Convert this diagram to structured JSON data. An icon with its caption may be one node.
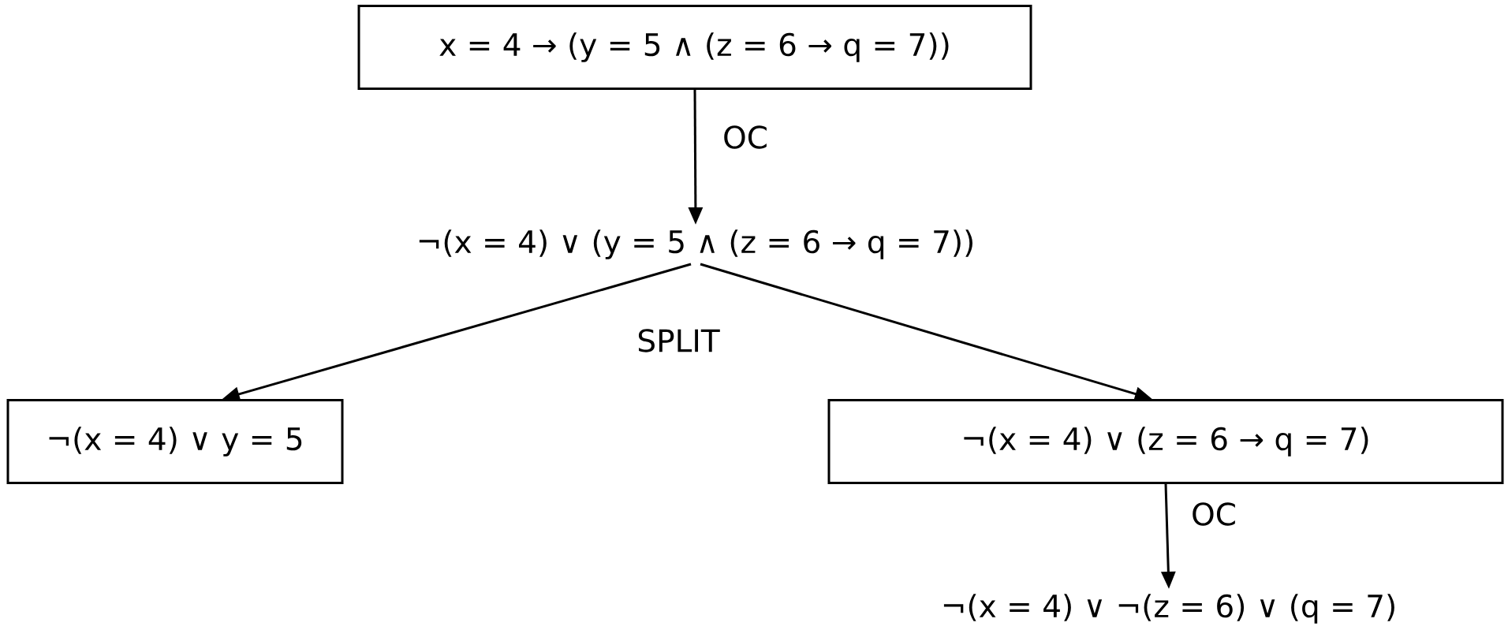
{
  "diagram": {
    "nodes": [
      {
        "text": [
          "x = 4 → (y = 5 ∧ (z = 6 → q = 7))"
        ]
      },
      {
        "text": [
          "¬(x = 4) ∨ (y = 5 ∧ (z = 6 → q = 7))"
        ]
      },
      {
        "text": [
          "¬(x = 4) ∨ y = 5"
        ]
      },
      {
        "text": [
          "¬(x = 4) ∨ (z = 6 → q = 7)"
        ]
      },
      {
        "text": [
          "¬(x = 4) ∨ ¬(z = 6) ∨ (q = 7)"
        ]
      }
    ],
    "edges": [
      {
        "from": 0,
        "to": 1,
        "arrow": "to",
        "label": "OC"
      },
      {
        "from": 1,
        "to": 2,
        "arrow": "to",
        "label": "SPLIT"
      },
      {
        "from": 1,
        "to": 3,
        "arrow": "to"
      },
      {
        "from": 3,
        "to": 4,
        "arrow": "to",
        "label": "OC"
      }
    ]
  }
}
